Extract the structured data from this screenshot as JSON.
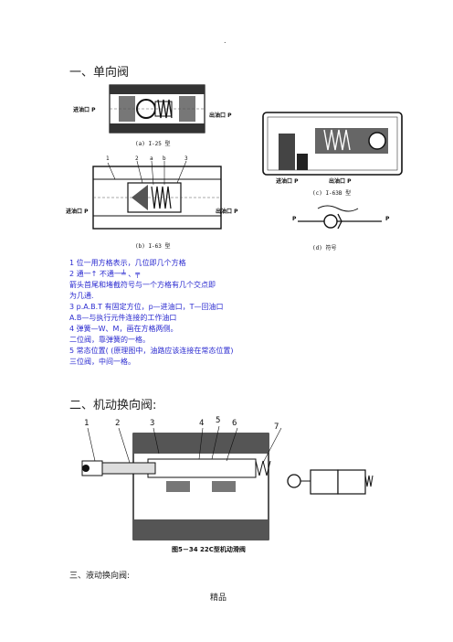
{
  "page_marker": ".",
  "section1_title": "一、单向阀",
  "fig_a": {
    "caption": "(a) I-25 型",
    "inlet": "进油口 P",
    "outlet": "出油口 P"
  },
  "fig_b": {
    "caption": "(b) I-63 型",
    "inlet": "进油口 P",
    "outlet": "出油口 P",
    "callouts": [
      "1",
      "2",
      "a",
      "b",
      "3"
    ]
  },
  "fig_c": {
    "caption": "(c) I-63B 型",
    "inlet": "进油口 P",
    "outlet": "出油口 P"
  },
  "fig_d": {
    "caption": "(d) 符号",
    "p1": "P",
    "p2": "P"
  },
  "notes": [
    "1   位一用方格表示，几位即几个方格",
    "2   通一↑                         不通一╧ 、╤",
    "      箭头首尾和堵截符号与一个方格有几个交点即",
    "      为几通.",
    "3   p.A.B.T 有固定方位，p—进油口，T—回油口",
    "      A.B—与执行元件连接的工作油口",
    "4   弹簧—W、M，画在方格两侧。",
    "         二位阀，靠弹簧的一格。",
    "5   常态位置(                   (原理图中，油路应该连接在常态位置)",
    "                                      三位阀，中间一格。"
  ],
  "section2_title": "二、机动换向阀:",
  "fig_534": {
    "callouts": [
      "1",
      "2",
      "3",
      "4",
      "5",
      "6",
      "7"
    ],
    "caption": "图5－34   22C型机动滑阀"
  },
  "section3_title": "三、液动换向阀:",
  "footer": "精品",
  "colors": {
    "note_blue": "#2b2bd0",
    "ink": "#111111"
  }
}
